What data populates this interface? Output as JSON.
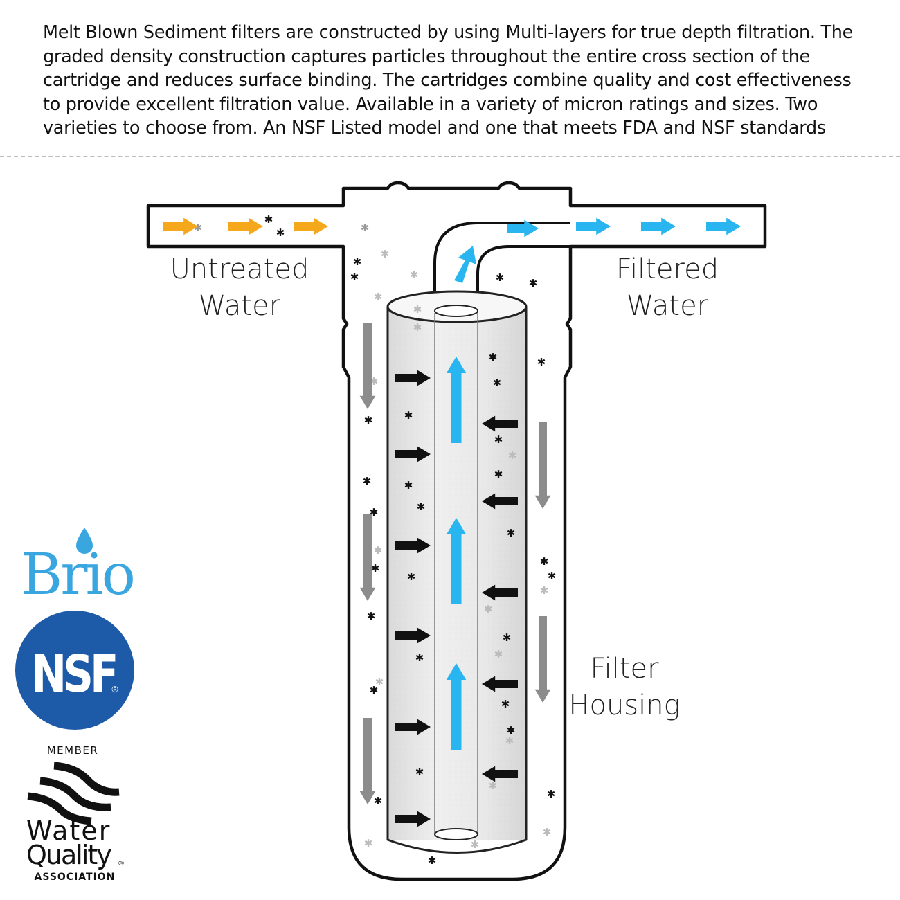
{
  "description": "Melt Blown Sediment filters are constructed by using Multi-layers for true depth filtration. The graded density construction captures particles throughout the entire cross section of the cartridge and reduces surface binding. The cartridges combine quality and cost effectiveness to provide excellent filtration value. Available in a variety of micron ratings and sizes. Two varieties to choose from. An NSF Listed model and one that meets FDA and NSF standards",
  "labels": {
    "untreated_line1": "Untreated",
    "untreated_line2": "Water",
    "filtered_line1": "Filtered",
    "filtered_line2": "Water",
    "housing_line1": "Filter",
    "housing_line2": "Housing"
  },
  "logos": {
    "brio": "Brio",
    "nsf": "NSF",
    "nsf_mark": "®",
    "member": "MEMBER",
    "wqa_line1": "Water",
    "wqa_line2": "Quality",
    "wqa_mark": "®",
    "wqa_line3": "ASSOCIATION"
  },
  "colors": {
    "inflow_arrow": "#f5a81c",
    "clean_arrow": "#29b6f0",
    "down_arrow": "#8c8c8c",
    "inward_arrow": "#111111",
    "brio": "#3aa6e0",
    "nsf_circle": "#1d5aa8"
  },
  "icons": {
    "inflow": "arrow-right-icon",
    "clean": "arrow-up-icon",
    "down": "arrow-down-icon",
    "inward": "arrow-horizontal-icon"
  }
}
